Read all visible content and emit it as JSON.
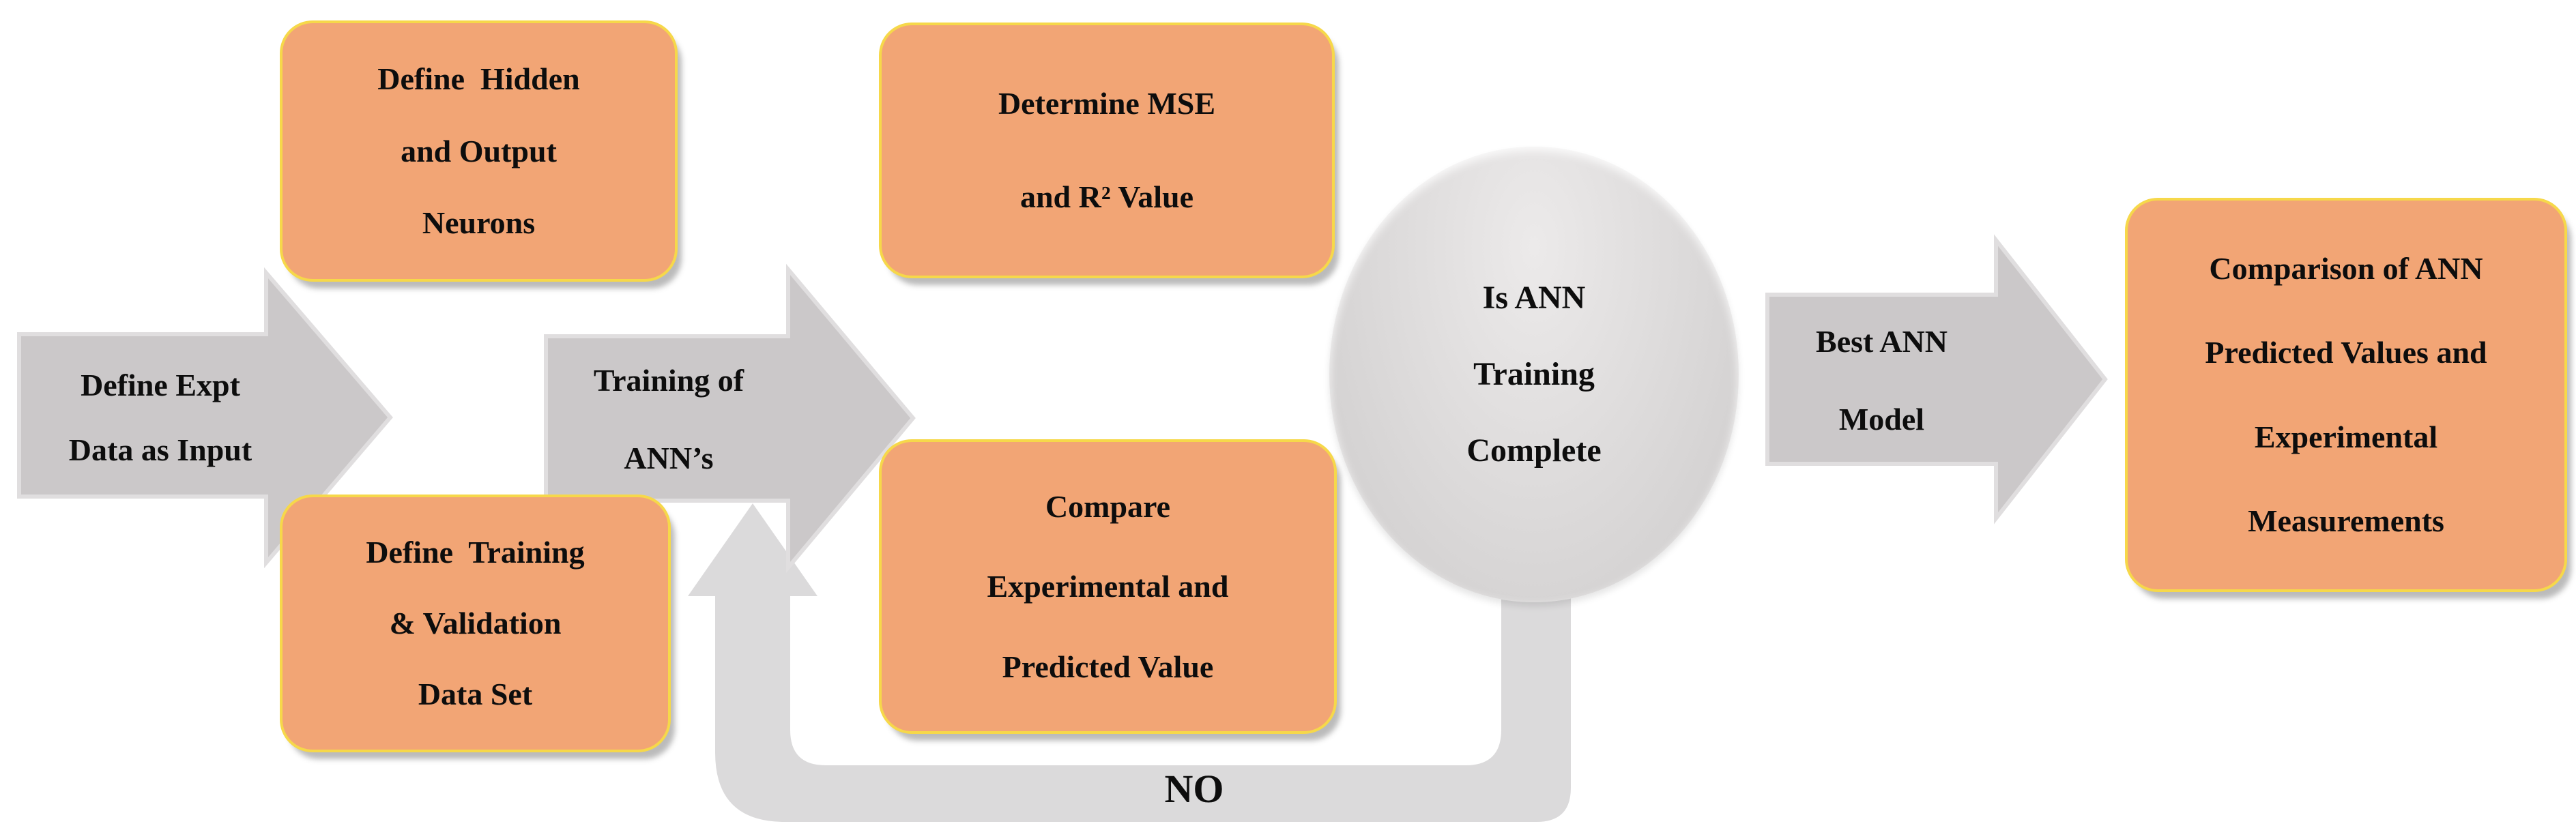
{
  "diagram": {
    "arrow_input": {
      "line1": "Define Expt",
      "line2": "Data as Input"
    },
    "box_hidden": {
      "line1": "Define  Hidden",
      "line2": "and Output",
      "line3": "Neurons"
    },
    "box_training_data": {
      "line1": "Define  Training",
      "line2": "& Validation",
      "line3": "Data Set"
    },
    "arrow_training": {
      "line1": "Training of",
      "line2": "ANN’s"
    },
    "box_mse": {
      "line1": "Determine MSE",
      "line2": "and R² Value"
    },
    "box_compare": {
      "line1": "Compare",
      "line2": "Experimental and",
      "line3": "Predicted Value"
    },
    "decision_circle": {
      "line1": "Is ANN",
      "line2": "Training",
      "line3": "Complete"
    },
    "arrow_best": {
      "line1": "Best ANN",
      "line2": "Model"
    },
    "box_comparison": {
      "line1": "Comparison of ANN",
      "line2": "Predicted Values and",
      "line3": "Experimental",
      "line4": "Measurements"
    },
    "loop_label": "NO",
    "colors": {
      "box_fill": "#F2A575",
      "box_border": "#F6D84A",
      "arrow_fill": "#CBC8C9",
      "arrow_stroke": "#E0DEDF",
      "circle_fill": "#D5D3D3",
      "loop_fill": "#DBDADB",
      "text_color": "#0d0d0d",
      "bg": "#ffffff"
    }
  }
}
